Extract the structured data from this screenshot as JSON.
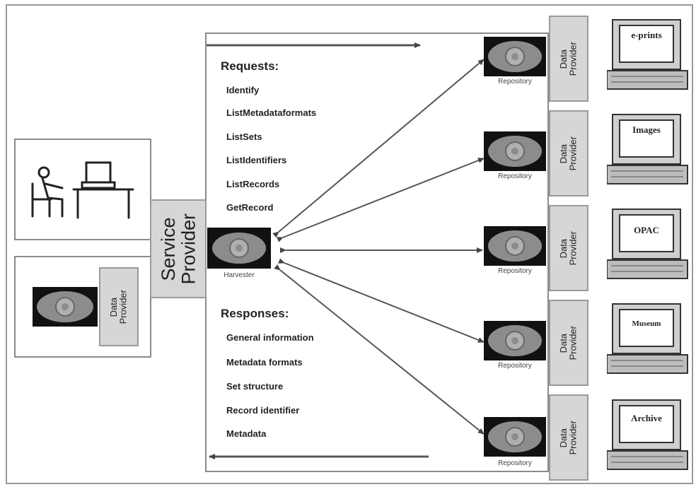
{
  "service_provider": {
    "line1": "Service",
    "line2": "Provider"
  },
  "local_data_provider": {
    "line1": "Data",
    "line2": "Provider"
  },
  "harvester": {
    "caption": "Harvester",
    "icon": "harvester-eye-icon"
  },
  "requests": {
    "heading": "Requests:",
    "items": [
      "Identify",
      "ListMetadataformats",
      "ListSets",
      "ListIdentifiers",
      "ListRecords",
      "GetRecord"
    ]
  },
  "responses": {
    "heading": "Responses:",
    "items": [
      "General information",
      "Metadata formats",
      "Set structure",
      "Record identifier",
      "Metadata"
    ]
  },
  "providers": [
    {
      "repository": "Repository",
      "line1": "Data",
      "line2": "Provider",
      "screen": "e-prints"
    },
    {
      "repository": "Repository",
      "line1": "Data",
      "line2": "Provider",
      "screen": "Images"
    },
    {
      "repository": "Repository",
      "line1": "Data",
      "line2": "Provider",
      "screen": "OPAC"
    },
    {
      "repository": "Repository",
      "line1": "Data",
      "line2": "Provider",
      "screen": "Museum"
    },
    {
      "repository": "Repository",
      "line1": "Data",
      "line2": "Provider",
      "screen": "Archive"
    }
  ],
  "colors": {
    "frame": "#8a8a8a",
    "box_fill": "#d6d6d6",
    "icon_bg": "#111111",
    "arrow": "#555555"
  }
}
